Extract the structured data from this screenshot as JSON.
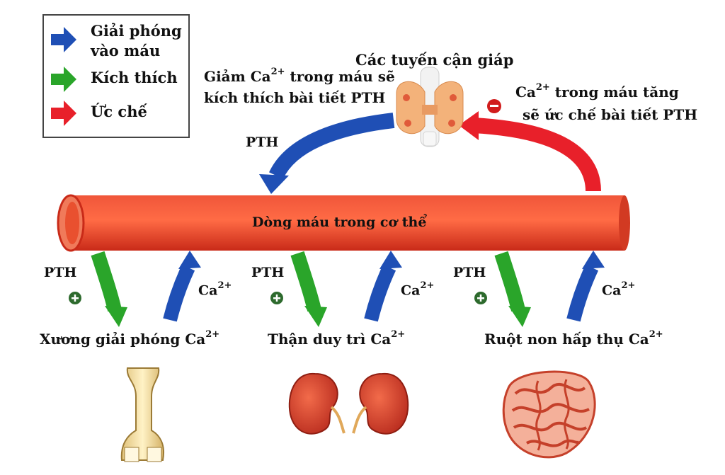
{
  "legend": {
    "release": {
      "label_line1": "Giải phóng",
      "label_line2": "vào máu",
      "color": "#1f4fb5"
    },
    "stimulate": {
      "label": "Kích thích",
      "color": "#2aa52a"
    },
    "inhibit": {
      "label": "Ức chế",
      "color": "#e8202a"
    }
  },
  "parathyroid": {
    "label": "Các tuyến cận giáp"
  },
  "left_note": {
    "line1_pre": "Giảm Ca",
    "line1_sup": "2+",
    "line1_post": " trong máu sẽ",
    "line2": "kích thích bài tiết PTH"
  },
  "right_note": {
    "line1_pre": "Ca",
    "line1_sup": "2+",
    "line1_post": " trong máu tăng",
    "line2": "sẽ ức chế bài tiết PTH"
  },
  "top_pth": "PTH",
  "blood_vessel": {
    "label": "Dòng máu trong cơ thể",
    "color": "#e8412b"
  },
  "organs": [
    {
      "pth": "PTH",
      "ca": "Ca",
      "ca_sup": "2+",
      "caption_pre": "Xương giải phóng Ca",
      "caption_sup": "2+"
    },
    {
      "pth": "PTH",
      "ca": "Ca",
      "ca_sup": "2+",
      "caption_pre": "Thận duy trì Ca",
      "caption_sup": "2+"
    },
    {
      "pth": "PTH",
      "ca": "Ca",
      "ca_sup": "2+",
      "caption_pre": "Ruột non hấp thụ Ca",
      "caption_sup": "2+"
    }
  ]
}
